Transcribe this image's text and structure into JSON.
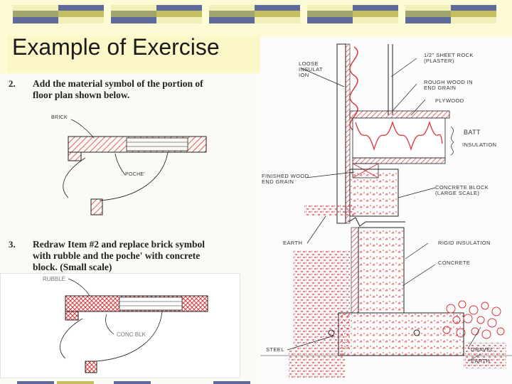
{
  "slide": {
    "title": "Example of Exercise",
    "colors": {
      "background": "#fdfbd6",
      "band_navy": "#5e6a9b",
      "band_gold": "#c6bf61",
      "band_olive": "#9fa56d",
      "band_cream": "#f2eeb7",
      "sketch_red": "#d9373b"
    }
  },
  "exercise": {
    "q2": {
      "number": "2.",
      "lines": [
        "Add the material symbol of the portion of",
        "floor plan shown below."
      ],
      "labels": {
        "brick": "BRICK",
        "poche": "POCHE'"
      }
    },
    "q3": {
      "number": "3.",
      "lines": [
        "Redraw Item #2 and replace brick symbol",
        "with rubble and the poche' with concrete",
        "block.  (Small scale)"
      ],
      "labels": {
        "rubble": "RUBBLE",
        "conc_blk": "CONC BLK"
      }
    }
  },
  "section_drawing": {
    "labels": {
      "sheet_rock": [
        "1/2\" SHEET ROCK",
        "(PLASTER)"
      ],
      "loose_insulation": [
        "LOOSE",
        "INSULAT",
        "ION"
      ],
      "rough_wood": [
        "ROUGH WOOD IN",
        "END GRAIN"
      ],
      "plywood": "PLYWOOD",
      "batt": "BATT",
      "insulation": "INSULATION",
      "finished_wood": [
        "FINISHED WOOD",
        "END GRAIN"
      ],
      "concrete_block": [
        "CONCRETE BLOCK",
        "(LARGE SCALE)"
      ],
      "earth_left": "EARTH",
      "rigid_insulation": "RIGID INSULATION",
      "concrete": "CONCRETE",
      "steel": "STEEL",
      "gravel": "GRAVEL",
      "earth_bottom": "EARTH"
    }
  }
}
